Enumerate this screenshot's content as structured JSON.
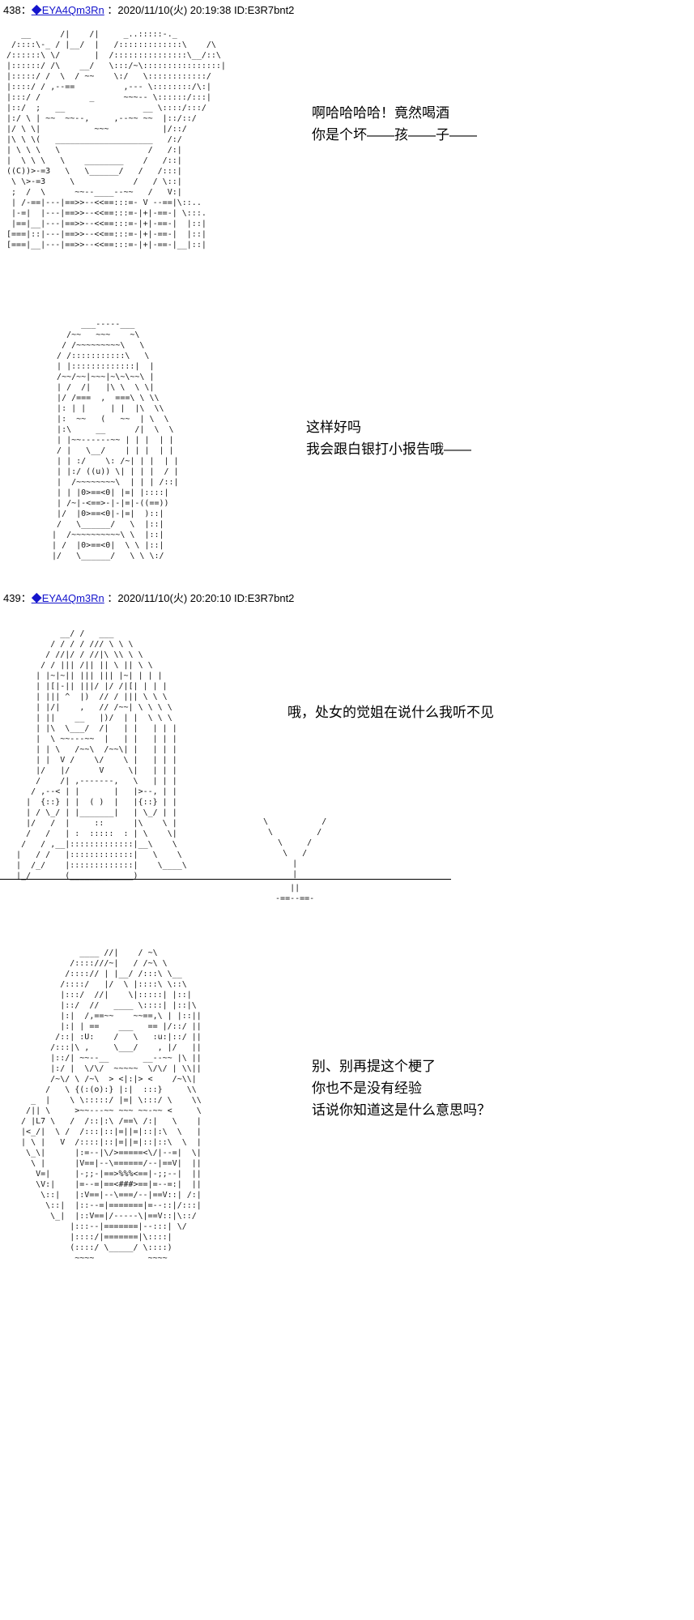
{
  "posts": [
    {
      "number_label": "438：",
      "name": "◆EYA4Qm3Rn",
      "meta": " ：2020/11/10(火) 20:19:38 ID:E3R7bnt2",
      "scenes": [
        {
          "aa": [
            "    __      /|    /|     _..:::::-._",
            "  /::::\\-_ / |__/  |   /:::::::::::::\\    /\\",
            " /::::::\\ \\/       |  /:::::::::::::::\\__/::\\",
            " |::::::/ /\\    __/   \\:::/~\\::::::::::::::::|",
            " |:::::/ /  \\  / ~~    \\:/   \\::::::::::::/",
            " |::::/ / ,--==          ,--- \\::::::::/\\:|",
            " |:::/ /          _      ~~~-- \\::::::/:::|",
            " |::/  ;   __                __ \\::::/:::/",
            " |:/ \\ | ~~  ~~--,     ,--~~ ~~  |::/::/",
            " |/ \\ \\|           ~~~           |/::/",
            " |\\ \\ \\(   ____________________   /:/",
            " | \\ \\ \\   \\                  /   /:|",
            " |  \\ \\ \\   \\    ________    /   /::|",
            " ((C))>-=3   \\   \\______/   /   /:::|",
            "  \\ \\>-=3     \\            /   / \\::|",
            "  ;  /  \\      ~~--____--~~   /   V:|",
            "  | /-==|---|==>>--<<==:::=- V --==|\\::..",
            "  |-=|  |---|==>>--<<==:::=-|+|-==-| \\:::.",
            "  |==|__|---|==>>--<<==:::=-|+|-==-|  |::|",
            " [===|::|---|==>>--<<==:::=-|+|-==-|  |::|",
            " [===|__|---|==>>--<<==:::=-|+|-==-|__|::|"
          ],
          "dialogue": [
            "啊哈哈哈哈！竟然喝酒",
            "你是个坏——孩——子——"
          ]
        },
        {
          "aa": [
            "        ___-----___",
            "     /~~   ~~~    ~\\",
            "    / /~~~~~~~~~\\   \\",
            "   / /:::::::::::\\   \\",
            "   | |:::::::::::::|  |",
            "   /~~/~~|~~~|~\\~\\~~\\ |",
            "   | /  /|   |\\ \\  \\ \\|",
            "   |/ /===  ,  ===\\ \\ \\\\",
            "   |: | |     | |  |\\  \\\\",
            "   |:  ~~   (   ~~  | \\  \\",
            "   |:\\     __      /|  \\  \\",
            "   | |~~------~~ | | |  | |",
            "   / |   \\__/    | | |  | |",
            "   | | :/    \\: /~| | |  | |",
            "   | |:/ ((u)) \\| | | |  / |",
            "   |  /~~~~~~~~\\  | | | /::|",
            "   | | |0>==<0| |=| |::::|",
            "   | /~|-<==>-|-|=|-((==))",
            "   |/  |0>==<0|-|=|  )::|",
            "   /   \\______/   \\  |::|",
            "  |  /~~~~~~~~~~\\ \\  |::|",
            "  | /  |0>==<0|  \\ \\ |::|",
            "  |/   \\______/   \\ \\ \\:/"
          ],
          "dialogue": [
            "这样好吗",
            "我会跟白银打小报告哦——"
          ]
        }
      ]
    },
    {
      "number_label": "439：",
      "name": "◆EYA4Qm3Rn",
      "meta": " ：2020/11/10(火) 20:20:10 ID:E3R7bnt2",
      "scenes": [
        {
          "aa": [
            "            __/ /   ___",
            "          / / / / /// \\ \\ \\",
            "         / //|/ / //|\\ \\\\ \\ \\",
            "        / / ||| /|| || \\ || \\ \\",
            "       | |~|~|| ||| ||| |~| | | |",
            "       | |[|-|| |||/ |/ /|[| | | |",
            "       | ||| ^  |)  // / ||| \\ \\ \\",
            "       | |/|    ,   // /~~| \\ \\ \\ \\",
            "       | ||    __   |)/  | |  \\ \\ \\",
            "       | |\\  \\___/  /|   | |   | | |",
            "       |  \\ ~~---~~  |   | |   | | |",
            "       | | \\   /~~\\  /~~\\| |   | | |",
            "       | |  V /    \\/    \\ |   | | |",
            "       |/   |/      V     \\|   | | |",
            "       /    /| ,-------,   \\   | | |",
            "      / ,--< | |       |   |>--, | |",
            "     |  {::} | |  ( )  |   |{::} | |",
            "     | / \\_/ | |_______|   | \\_/ | |",
            "     |/   /  |     ::      |\\    \\ |",
            "     /   /   | :  :::::  : | \\    \\|",
            "    /   / ,__|:::::::::::::|__\\    \\",
            "   |   / /   |:::::::::::::|   \\    \\",
            "   |  /_/    |:::::::::::::|    \\____\\",
            "   |_/       (_____________)"
          ],
          "glass": [
            "\\           /",
            " \\         /",
            "   \\     /",
            "    \\   /",
            "      |",
            "      |"
          ],
          "glass_base": [
            "     ||",
            "  -==--==-"
          ],
          "dialogue": [
            "哦，处女的觉姐在说什么我听不见"
          ]
        },
        {
          "aa": [
            "              ____ //|    / ~\\",
            "            /::::///~|   / /~\\ \\",
            "           /::::// | |__/ /:::\\ \\__",
            "          /::::/   |/  \\ |::::\\ \\::\\",
            "          |:::/  //|    \\|:::::| |::|",
            "          |::/  //   ____ \\::::| |::|\\",
            "          |:|  /,==~~    ~~==,\\ | |::||",
            "          |:| | ==    ___   == |/::/ ||",
            "         /::| :U:    /   \\   :u:|::/ ||",
            "        /:::|\\ ,     \\___/    , |/   ||",
            "        |::/| ~~--__       __--~~ |\\ ||",
            "        |:/ |  \\/\\/  ~~~~~  \\/\\/ | \\\\||",
            "        /~\\/ \\ /~\\  > <|:|> <    /~\\\\|",
            "       /   \\ {(:(o):} |:|  :::}     \\\\",
            "    _  |    \\ \\:::::/ |=| \\:::/ \\    \\\\",
            "   /|| \\     >~~---~~ ~~~ ~~-~~ <     \\",
            "  / |L7 \\   /  /::|:\\ /==\\ /:|   \\    |",
            "  |<_/|  \\ /  /:::|::|=||=|::|:\\  \\   |",
            "  | \\ |   V  /::::|::|=||=|::|::\\  \\  |",
            "   \\_\\|      |:=--|\\/>=====<\\/|--=|  \\|",
            "    \\ |      |V==|--\\======/--|==V|  ||",
            "     V=|     |-;;-|==>%%%<==|-;;--|  ||",
            "     \\V:|    |=--=|==<###>==|=--=:|  ||",
            "      \\::|   |:V==|--\\===/--|==V::| /:|",
            "       \\::|  |::--=|=======|=--::|/:::|",
            "        \\_|  |::V==|/-----\\|==V::|\\::/",
            "            |:::--|=======|--:::| \\/",
            "            |::::/|=======|\\::::|",
            "            (::::/ \\_____/ \\::::)",
            "             ~~~~           ~~~~"
          ],
          "dialogue": [
            "别、别再提这个梗了",
            "你也不是没有经验",
            "话说你知道这是什么意思吗？"
          ]
        }
      ]
    }
  ]
}
